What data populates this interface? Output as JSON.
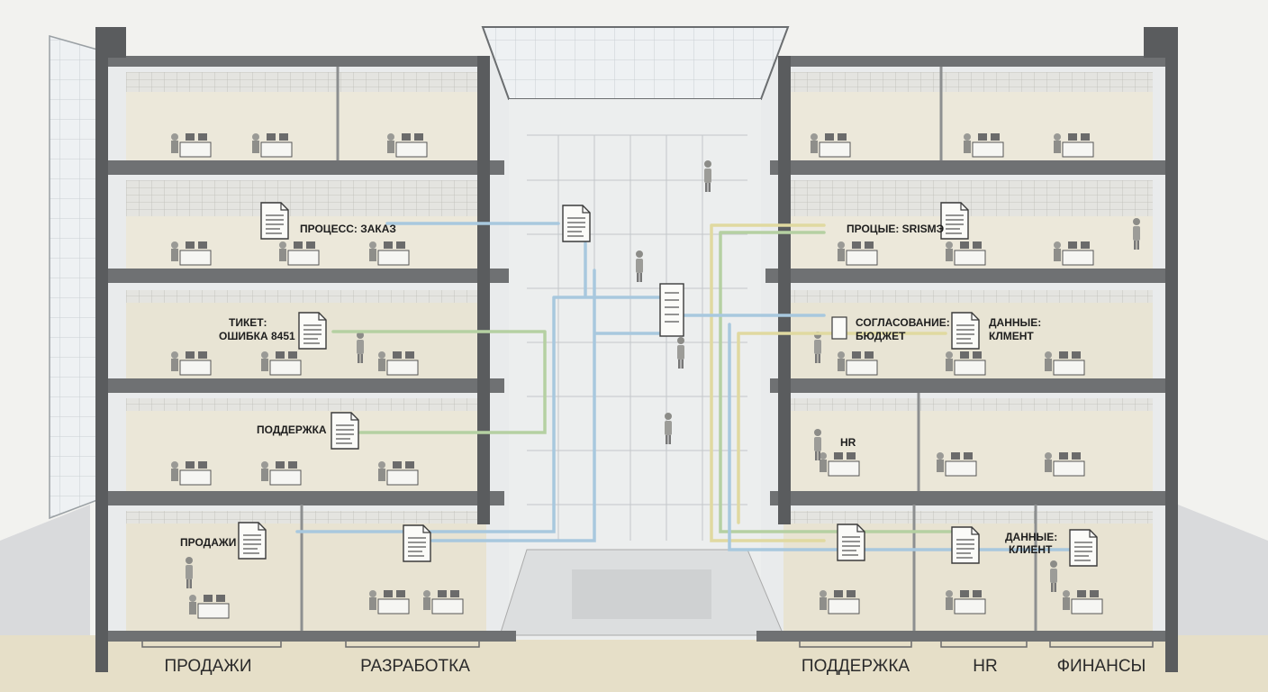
{
  "departments": [
    "ПРОДАЖИ",
    "РАЗРАБОТКА",
    "ПОДДЕРЖКА",
    "HR",
    "ФИНАНСЫ"
  ],
  "labels": {
    "process_order": "ПРОЦЕСС: ЗАКАЗ",
    "process_right": "ПРОЦЫЕ: SRISMЭ",
    "ticket_line1": "ТИКЕТ:",
    "ticket_line2": "ОШИБКА 8451",
    "approval_line1": "СОГЛАСОВАНИЕ:",
    "approval_line2": "БЮДЖЕТ",
    "client_data_line1": "ДАННЫЕ:",
    "client_data_line2": "КЛМЕНТ",
    "support": "ПОДДЕРЖКА",
    "hr": "HR",
    "sales": "ПРОДАЖИ",
    "client_data2_line1": "ДАННЫЕ:",
    "client_data2_line2": "КЛИЕНТ"
  },
  "colors": {
    "pipe_blue": "#a8c8de",
    "pipe_green": "#b5d0a2",
    "pipe_yellow": "#e0d9a0",
    "floor_dark": "#5a5c5e",
    "room_beige": "#e8e3d2",
    "atrium": "#e9ebec"
  }
}
